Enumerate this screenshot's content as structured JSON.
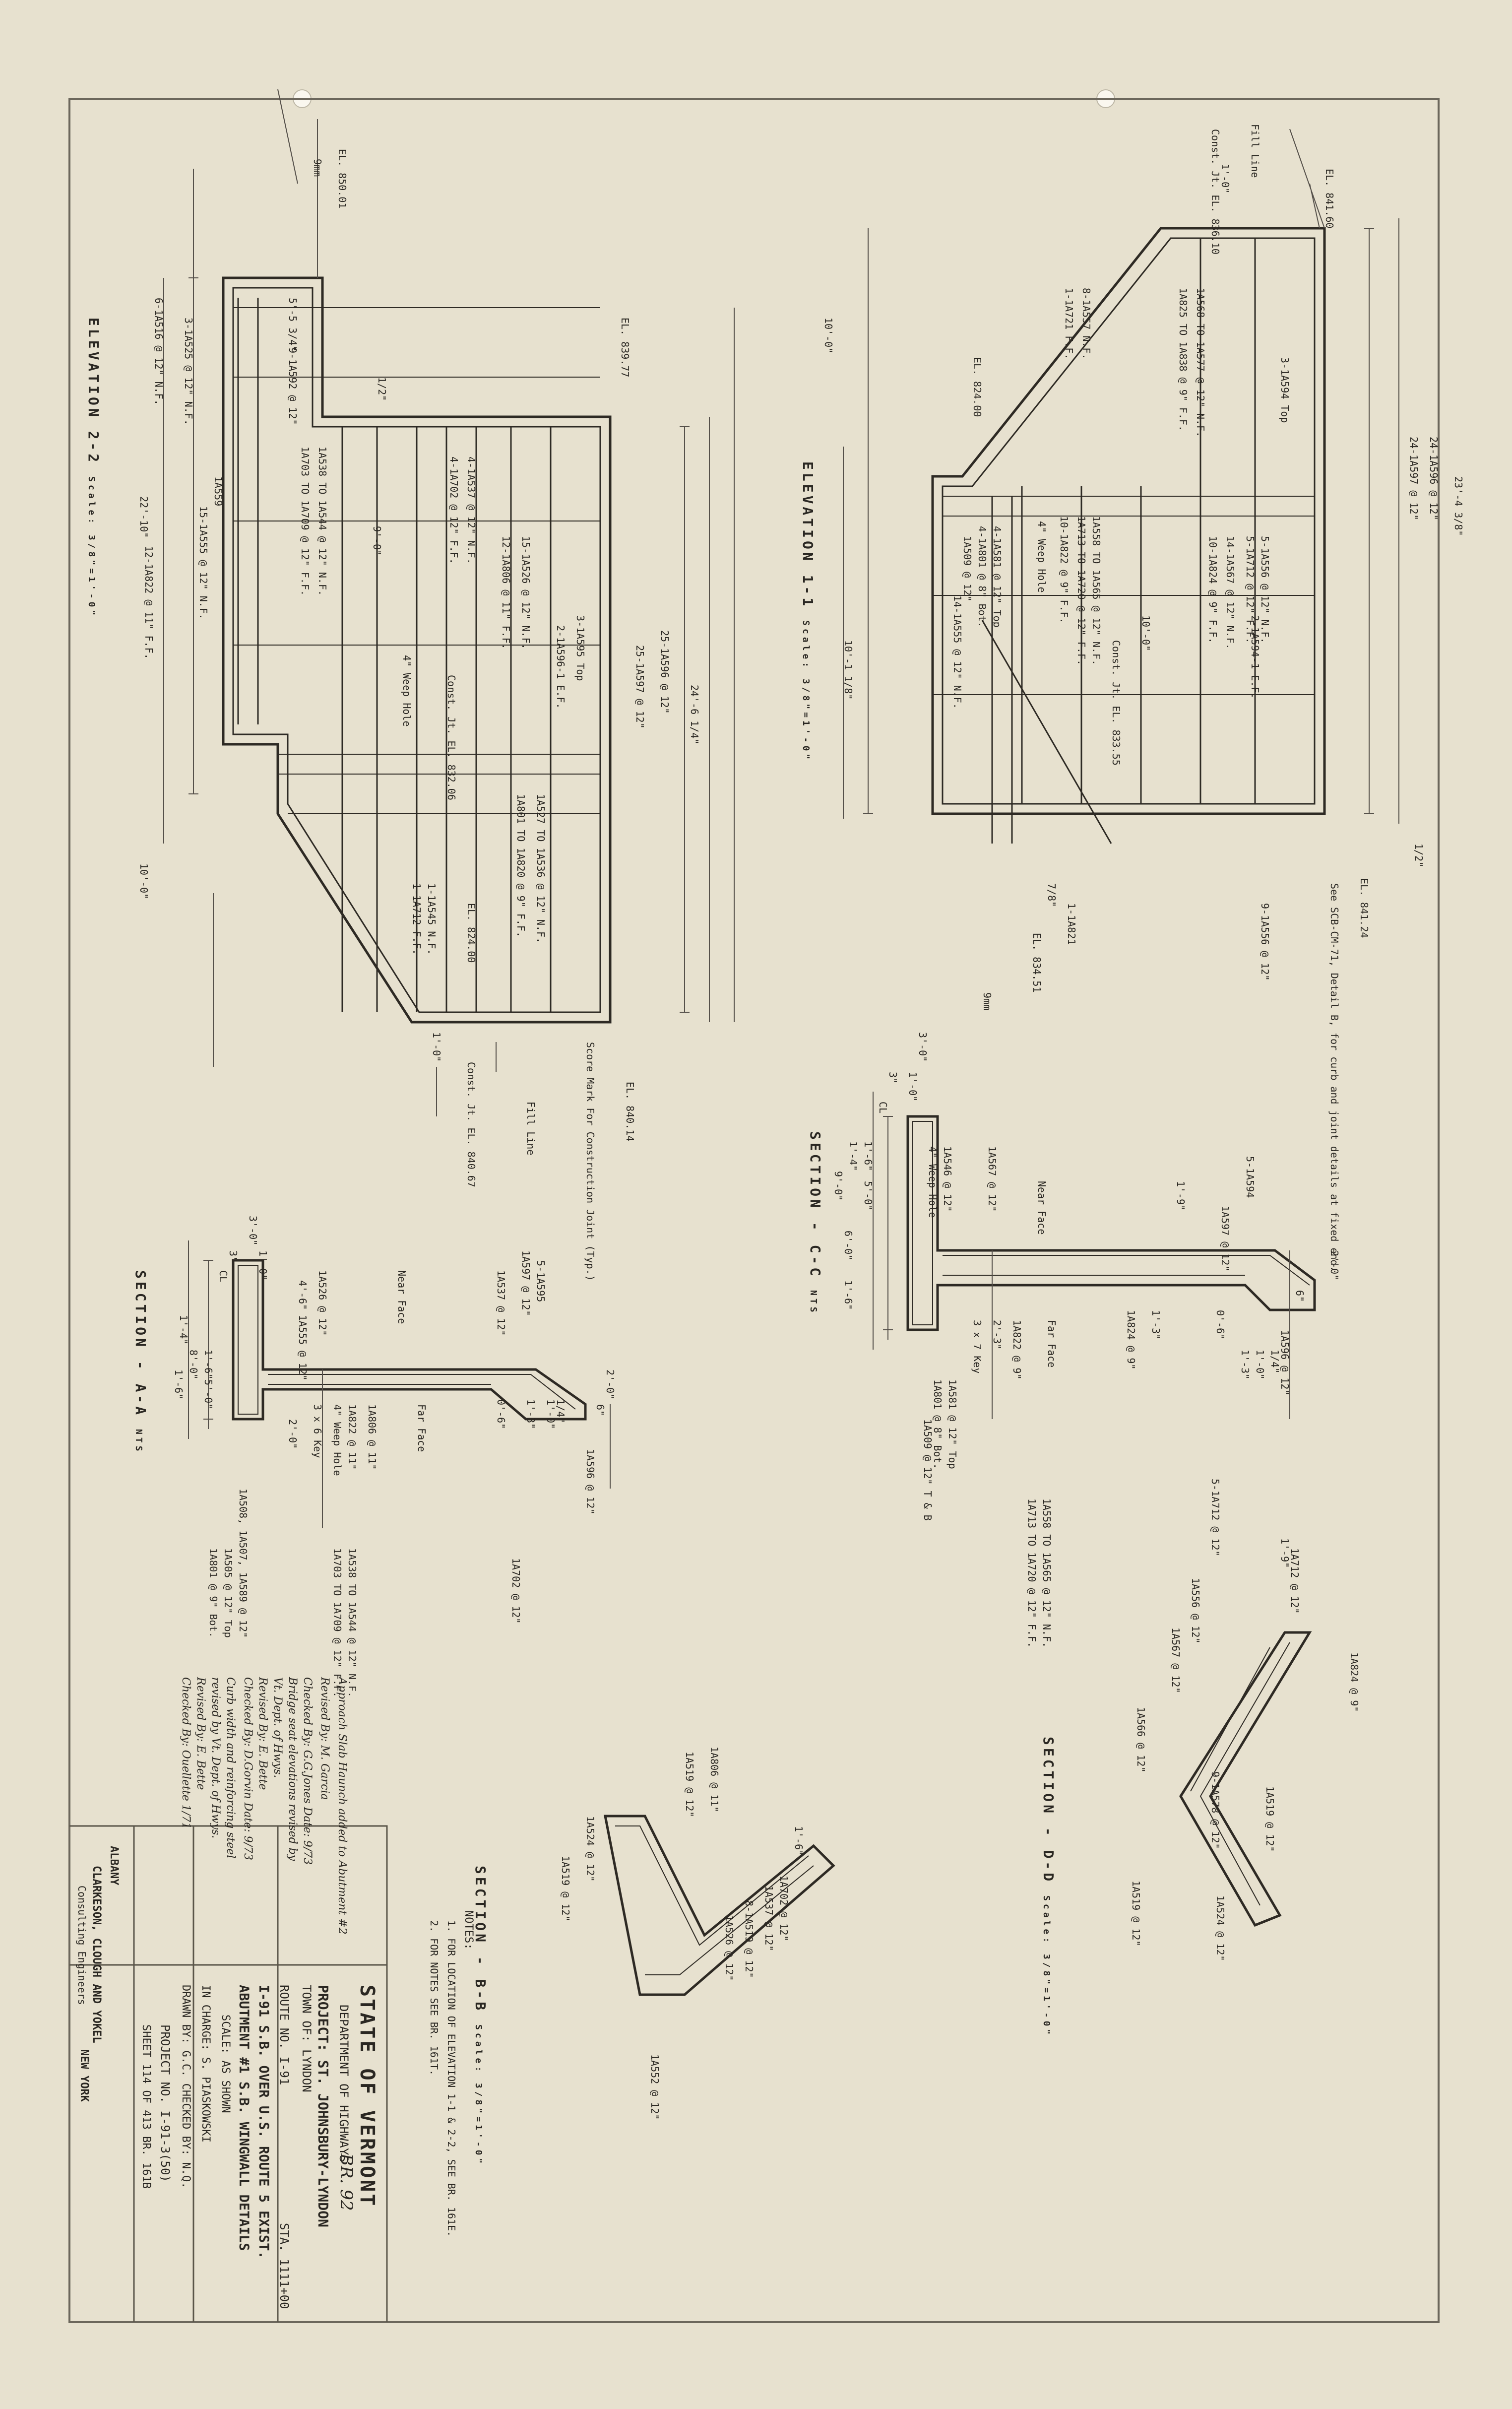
{
  "colors": {
    "paper": "#e7e1cf",
    "ink": "#2a2722",
    "bar": "#3a3630",
    "grid": "#6c675c"
  },
  "section_titles": {
    "elev22": {
      "title": "ELEVATION 2-2",
      "scale": "Scale: 3/8\"=1'-0\""
    },
    "elev11": {
      "title": "ELEVATION 1-1",
      "scale": "Scale: 3/8\"=1'-0\""
    },
    "secAA": {
      "title": "SECTION - A-A",
      "scale": "NTS"
    },
    "secCC": {
      "title": "SECTION - C-C",
      "scale": "NTS"
    },
    "secBB": {
      "title": "SECTION - B-B",
      "scale": "Scale: 3/8\"=1'-0\""
    },
    "secDD": {
      "title": "SECTION - D-D",
      "scale": "Scale: 3/8\"=1'-0\""
    }
  },
  "elev22_labels": [
    "EL. 850.01",
    "9mm",
    "6-1A516 @ 12\" N.F.",
    "3-1A525 @ 12\" N.F.",
    "5'-5 3/4\"",
    "9-1A592 @ 12\"",
    "EL. 839.77",
    "1/2\"",
    "1A559",
    "22'-10\"",
    "15-1A555 @ 12\" N.F.",
    "12-1A822 @ 11\" F.F.",
    "1A538 TO 1A544 @ 12\" N.F.",
    "1A703 TO 1A709 @ 12\" F.F.",
    "9'-0\"",
    "4-1A537 @ 12\" N.F.",
    "4-1A702 @ 12\" F.F.",
    "15-1A526 @ 12\" N.F.",
    "12-1A806 @ 11\" F.F.",
    "4\" Weep Hole",
    "Const. Jt. EL. 832.06",
    "3-1A595 Top",
    "2-1A596-1 E.F.",
    "25-1A597 @ 12\"",
    "25-1A596 @ 12\"",
    "24'-6 1/4\"",
    "1A527 TO 1A536 @ 12\" N.F.",
    "1A801 TO 1A820 @ 9\" F.F.",
    "10'-0\"",
    "1-1A545 N.F.",
    "1-1A712 F.F.",
    "EL. 824.00",
    "1'-0\"",
    "Const. Jt. EL. 840.67",
    "Fill Line",
    "Score Mark For Construction Joint (Typ.)",
    "EL. 840.14"
  ],
  "elev11_labels": [
    "EL. 841.60",
    "Fill Line",
    "Const. Jt. EL. 836.10",
    "1'-0\"",
    "1A568 TO 1A577 @ 12\" N.F.",
    "1A825 TO 1A838 @ 9\" F.F.",
    "8-1A557 N.F.",
    "1-1A721 F.F.",
    "10'-0\"",
    "EL. 824.00",
    "3-1A594 Top",
    "24-1A596 @ 12\"",
    "24-1A597 @ 12\"",
    "23'-4 3/8\"",
    "5-1A556 @ 12\" N.F.",
    "5-1A712 @ 12\" F.F.",
    "14-1A567 @ 12\" N.F.",
    "10-1A824 @ 9\" F.F.",
    "2-1A594-1 E.F.",
    "1A558 TO 1A565 @ 12\" N.F.",
    "1A713 TO 1A720 @ 12\" F.F.",
    "10-1A822 @ 9\" F.F.",
    "4\" Weep Hole",
    "4-1A581 @ 12\" Top",
    "4-1A801 @ 8\" Bot.",
    "1A509 @ 12\"",
    "14-1A555 @ 12\" N.F.",
    "10'-1 1/8\"",
    "Const. Jt. EL. 833.55",
    "10'-0\"",
    "1/2\"",
    "EL. 841.24",
    "See SCB-CM-71, Detail B, for curb and joint details at fixed end.",
    "9-1A556 @ 12\"",
    "7/8\"",
    "1-1A821",
    "EL. 834.51",
    "9mm"
  ],
  "secAA_labels": [
    "3'-0\"",
    "1'-0\"",
    "3\"",
    "CL",
    "1'-6\"",
    "8'-0\"",
    "5'-0\"",
    "1'-4\"",
    "1'-6\"",
    "4'-6\"",
    "1A555 @ 12\"",
    "1A526 @ 12\"",
    "Near Face",
    "1A537 @ 12\"",
    "1A597 @ 12\"",
    "5-1A595",
    "2'-0\"",
    "6\"",
    "1A596 @ 12\"",
    "1/4\"",
    "1'-0\"",
    "1'-3\"",
    "0'-6\"",
    "3 x 6 Key",
    "4\" Weep Hole",
    "1A822 @ 11\"",
    "1A806 @ 11\"",
    "Far Face",
    "2'-0\"",
    "1A508, 1A507, 1A589 @ 12\"",
    "1A505 @ 12\" Top",
    "1A801 @ 9\" Bot.",
    "1A538 TO 1A544 @ 12\" N.F.",
    "1A703 TO 1A709 @ 12\" F.F.",
    "1A702 @ 12\""
  ],
  "secCC_labels": [
    "3'-0\"",
    "1'-0\"",
    "3\"",
    "CL",
    "1'-6\"",
    "1'-4\"",
    "5'-0\"",
    "9'-0\"",
    "6'-0\"",
    "1'-6\"",
    "1A546 @ 12\"",
    "4\" Weep Hole",
    "1A567 @ 12\"",
    "Near Face",
    "1A597 @ 12\"",
    "5-1A594",
    "1'-9\"",
    "2'-0\"",
    "6\"",
    "1A596 @ 12\"",
    "1/4\"",
    "1'-0\"",
    "1'-3\"",
    "0'-6\"",
    "1'-3\"",
    "1A824 @ 9\"",
    "Far Face",
    "1A822 @ 9\"",
    "2'-3\"",
    "3 x 7 Key",
    "1A581 @ 12\" Top",
    "1A801 @ 8\" Bot.",
    "1A509 @ 12\" T & B",
    "1A558 TO 1A565 @ 12\" N.F.",
    "1A713 TO 1A720 @ 12\" F.F.",
    "5-1A712 @ 12\""
  ],
  "secBB_labels": [
    "1A524 @ 12\"",
    "1A519 @ 12\"",
    "1A806 @ 11\"",
    "1A519 @ 12\"",
    "1'-6\"",
    "1A702 @ 12\"",
    "1A537 @ 12\"",
    "8-1A519 @ 12\"",
    "1A526 @ 12\"",
    "1A552 @ 12\""
  ],
  "secDD_labels": [
    "1A712 @ 12\"",
    "1'-9\"",
    "1A556 @ 12\"",
    "1A567 @ 12\"",
    "1A566 @ 12\"",
    "1A824 @ 9\"",
    "9-1A578 @ 12\"",
    "1A519 @ 12\"",
    "1A519 @ 12\"",
    "1A524 @ 12\""
  ],
  "notes": {
    "heading": "NOTES:",
    "items": [
      "1. FOR LOCATION OF ELEVATION 1-1 & 2-2, SEE BR. 161E.",
      "2. FOR NOTES SEE BR. 161T."
    ]
  },
  "revisions": [
    "Approach Slab Haunch added to Abutment #2",
    "Revised By: M. Garcia",
    "Checked By: G.G.Jones Date: 9/73",
    "Bridge seat elevations revised by",
    "Vt. Dept. of Hwys.",
    "Revised By: E. Bette",
    "Checked By: D.Gorvin Date: 9/73",
    "Curb width and reinforcing steel",
    "revised by Vt. Dept. of Hwys.",
    "Revised By: E. Bette",
    "Checked By: Ouellette 1/71"
  ],
  "consultant": {
    "name": "CLARKESON, CLOUGH AND YOKEL",
    "role": "Consulting Engineers",
    "city_left": "ALBANY",
    "city_right": "NEW YORK"
  },
  "title_block": {
    "state": "STATE OF VERMONT",
    "department": "DEPARTMENT OF HIGHWAYS",
    "stamp": "BR. 92",
    "project": "PROJECT: ST. JOHNSBURY-LYNDON",
    "town": "TOWN OF: LYNDON",
    "route": "ROUTE NO. I-91",
    "station": "STA. 1111+00",
    "line1": "I-91 S.B. OVER U.S. ROUTE 5 EXIST.",
    "line2": "ABUTMENT #1 S.B. WINGWALL DETAILS",
    "scale": "SCALE: AS SHOWN",
    "in_charge": "IN CHARGE: S. PIASKOWSKI",
    "drawn": "DRAWN BY: G.C.   CHECKED BY: N.Q.",
    "project_no": "PROJECT NO. I-91-3(50)",
    "sheet": "SHEET 114 OF 413   BR. 161B"
  }
}
